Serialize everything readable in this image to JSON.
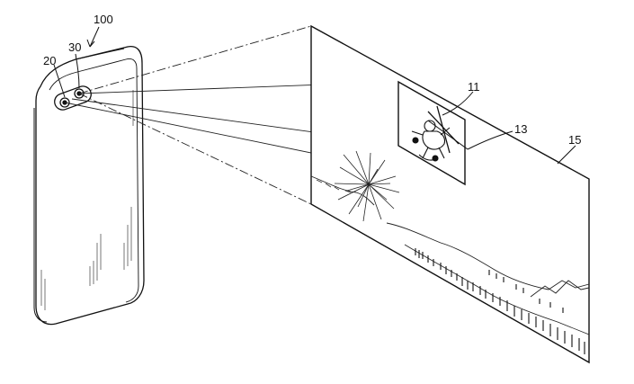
{
  "figure": {
    "labels": {
      "device": "100",
      "lens_a": "20",
      "lens_b": "30",
      "detail_image": "11",
      "leader": "13",
      "full_image": "15"
    }
  },
  "colors": {
    "ink": "#111111",
    "paper": "#ffffff"
  }
}
